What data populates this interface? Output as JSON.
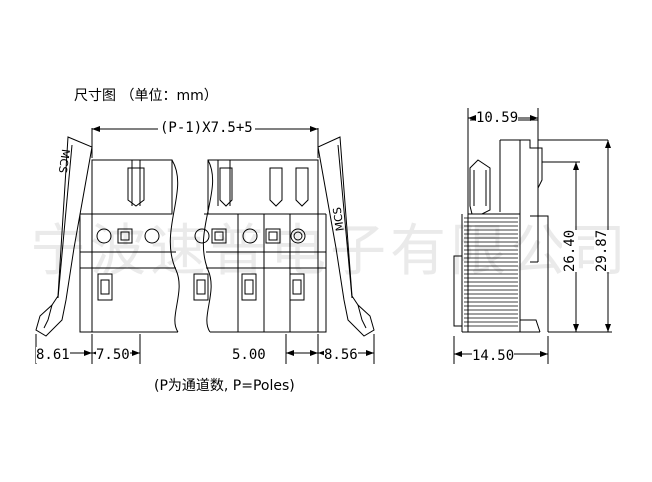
{
  "header": {
    "title": "尺寸图 （单位：mm）"
  },
  "front_view": {
    "top_dimension": "(P-1)X7.5+5",
    "bottom_dimensions": [
      "8.61",
      "7.50",
      "5.00",
      "8.56"
    ]
  },
  "side_view": {
    "width_top": "10.59",
    "width_bottom": "14.50",
    "height_inner": "26.40",
    "height_outer": "29.87"
  },
  "footnote": "(P为通道数, P=Poles)",
  "logos": {
    "left": "MCS",
    "right": "MCS"
  },
  "watermark": "宁波速普电子有限公司"
}
